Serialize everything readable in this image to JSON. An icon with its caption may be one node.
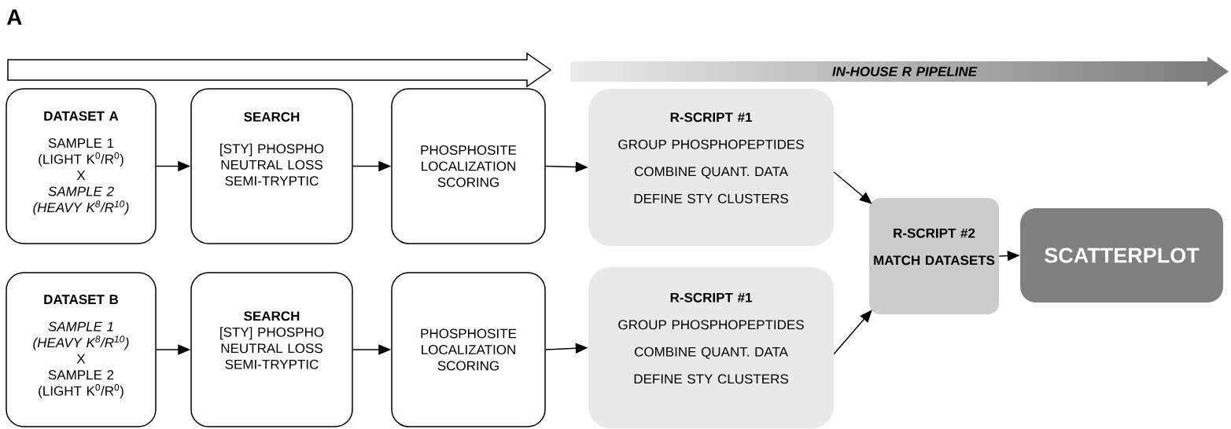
{
  "diagram": {
    "nodes": [
      {
        "text": [],
        "shape": "arrow"
      },
      {
        "text": [
          "IN-HOUSE R PIPELINE"
        ]
      },
      {
        "text": [
          "DATASET A",
          "SAMPLE 1 (LIGHT K$^{0}$/R$^{0}$)",
          "X",
          "SAMPLE 2 (HEAVY K$^{8}$/R$^{10}$)"
        ]
      },
      {
        "text": [
          "SEARCH",
          "[STY] PHOSPHO NEUTRAL LOSS SEMI-TRYPTIC"
        ]
      },
      {
        "text": [
          "PHOSPHOSITE LOCALIZATION SCORING"
        ]
      },
      {
        "text": [
          "R-SCRIPT #1",
          "GROUP PHOSPHOPEPTIDES",
          "COMBINE QUANT. DATA",
          "DEFINE STY CLUSTERS"
        ]
      },
      {
        "text": [
          "DATASET B",
          "SAMPLE 1 (HEAVY K$^{8}$/R$^{10}$)",
          "X",
          "SAMPLE 2 (LIGHT K$^{0}$/R$^{0}$)"
        ]
      },
      {
        "text": [
          "SEARCH",
          "[STY] PHOSPHO NEUTRAL LOSS SEMI-TRYPTIC"
        ]
      },
      {
        "text": [
          "PHOSPHOSITE LOCALIZATION SCORING"
        ]
      },
      {
        "text": [
          "R-SCRIPT #1",
          "GROUP PHOSPHOPEPTIDES",
          "COMBINE QUANT. DATA",
          "DEFINE STY CLUSTERS"
        ]
      },
      {
        "text": [
          "R-SCRIPT #2",
          "MATCH DATASETS"
        ]
      },
      {
        "text": [
          "SCATTERPLOT"
        ]
      }
    ],
    "edges": [
      {
        "from": 2,
        "to": 3,
        "arrow": "to"
      },
      {
        "from": 3,
        "to": 4,
        "arrow": "to"
      },
      {
        "from": 4,
        "to": 5,
        "arrow": "to"
      },
      {
        "from": 6,
        "to": 7,
        "arrow": "to"
      },
      {
        "from": 7,
        "to": 8,
        "arrow": "to"
      },
      {
        "from": 8,
        "to": 9,
        "arrow": "to"
      },
      {
        "from": 5,
        "to": 10,
        "arrow": "to"
      },
      {
        "from": 9,
        "to": 10,
        "arrow": "to"
      },
      {
        "from": 10,
        "to": 11,
        "arrow": "to"
      }
    ],
    "labels": [
      "A"
    ]
  }
}
